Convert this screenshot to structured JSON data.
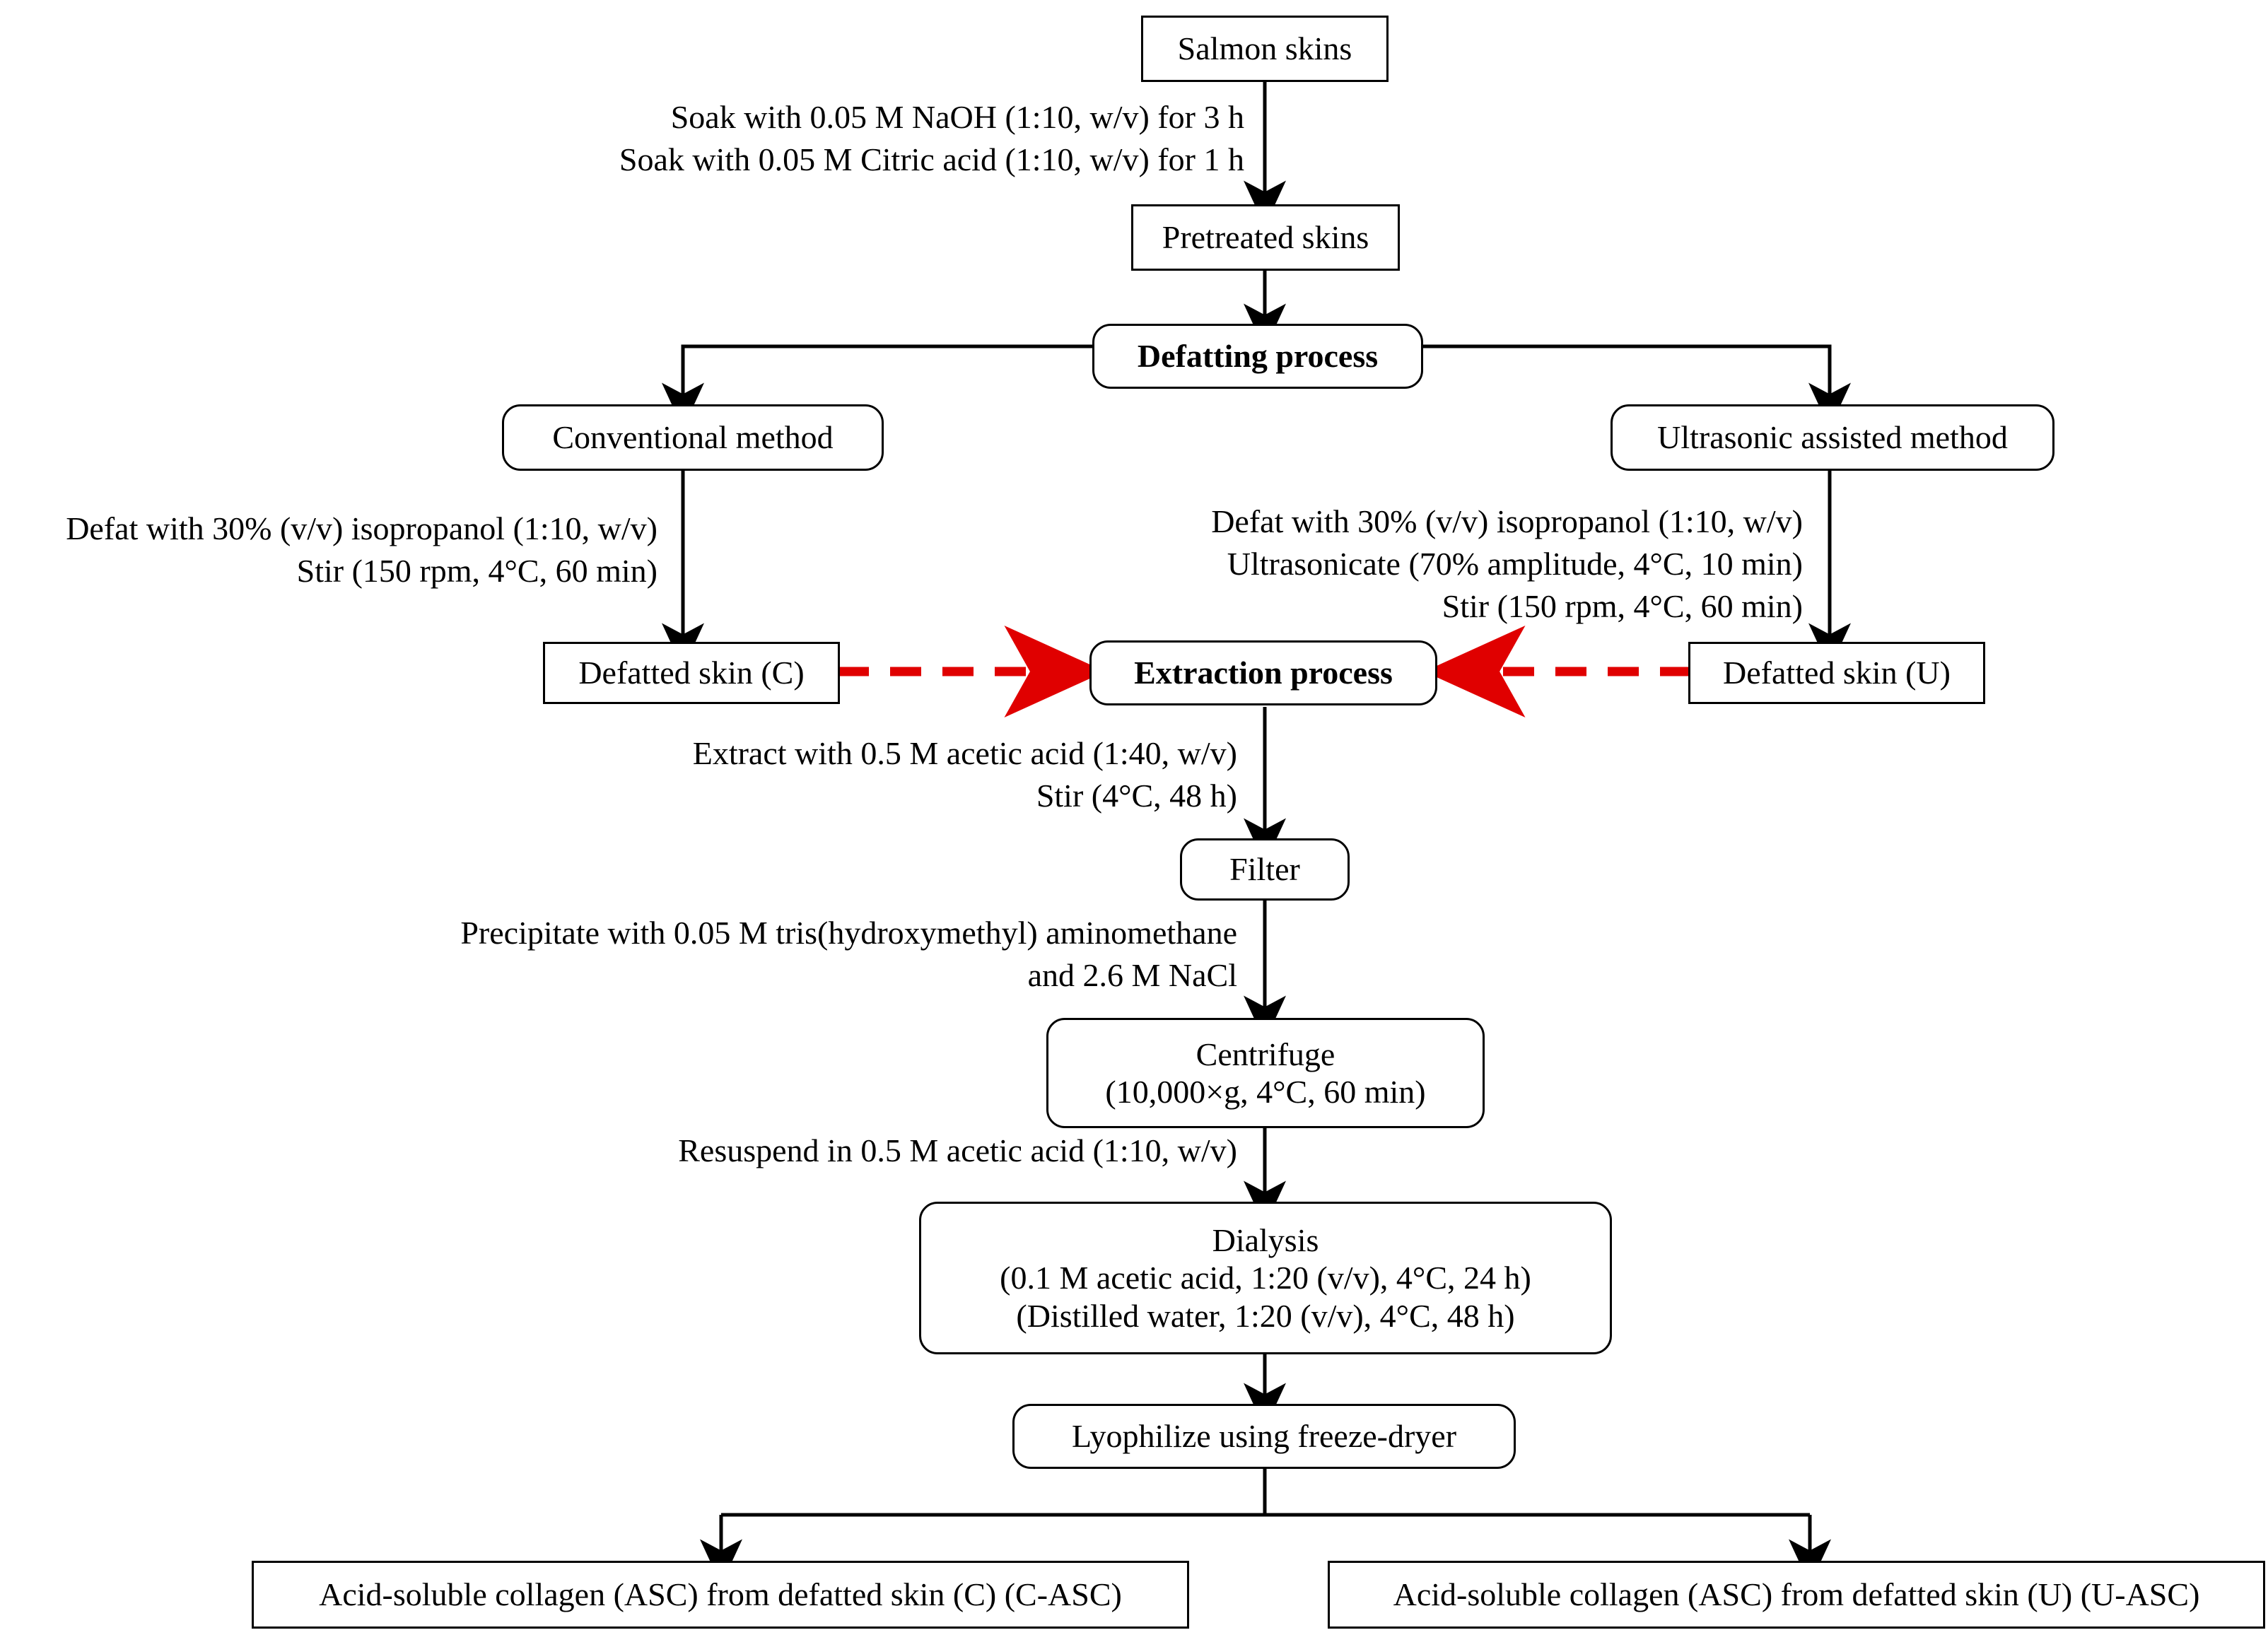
{
  "diagram": {
    "title": "Salmon skin acid-soluble collagen extraction flowchart",
    "accent_red": "#e00000",
    "line_color": "#000000"
  },
  "nodes": {
    "salmon_skins": "Salmon skins",
    "pretreated_skins": "Pretreated skins",
    "defatting_process": "Defatting process",
    "conventional_method": "Conventional method",
    "ultrasonic_method": "Ultrasonic assisted method",
    "defatted_skin_c": "Defatted skin (C)",
    "extraction_process": "Extraction process",
    "defatted_skin_u": "Defatted skin (U)",
    "filter": "Filter",
    "centrifuge_line1": "Centrifuge",
    "centrifuge_line2": "(10,000×g, 4°C, 60 min)",
    "dialysis_line1": "Dialysis",
    "dialysis_line2": "(0.1 M acetic acid, 1:20 (v/v), 4°C, 24 h)",
    "dialysis_line3": "(Distilled water, 1:20 (v/v), 4°C, 48 h)",
    "lyophilize": "Lyophilize using freeze-dryer",
    "result_c": "Acid-soluble collagen (ASC) from defatted skin (C) (C-ASC)",
    "result_u": "Acid-soluble collagen (ASC) from defatted skin (U) (U-ASC)"
  },
  "notes": {
    "pretreat_line1": "Soak with 0.05 M NaOH (1:10, w/v) for 3 h",
    "pretreat_line2": "Soak with 0.05 M Citric acid (1:10, w/v) for 1 h",
    "conventional_line1": "Defat with 30% (v/v) isopropanol (1:10, w/v)",
    "conventional_line2": "Stir (150 rpm,  4°C, 60 min)",
    "ultrasonic_line1": "Defat with 30% (v/v) isopropanol (1:10, w/v)",
    "ultrasonic_line2": "Ultrasonicate (70% amplitude, 4°C, 10 min)",
    "ultrasonic_line3": "Stir (150 rpm,  4°C, 60 min)",
    "extract_line1": "Extract with 0.5 M acetic acid (1:40, w/v)",
    "extract_line2": "Stir (4°C, 48 h)",
    "precipitate_line1": "Precipitate with 0.05 M tris(hydroxymethyl) aminomethane",
    "precipitate_line2": "and 2.6 M NaCl",
    "resuspend_line1": "Resuspend in 0.5 M acetic acid (1:10, w/v)"
  }
}
